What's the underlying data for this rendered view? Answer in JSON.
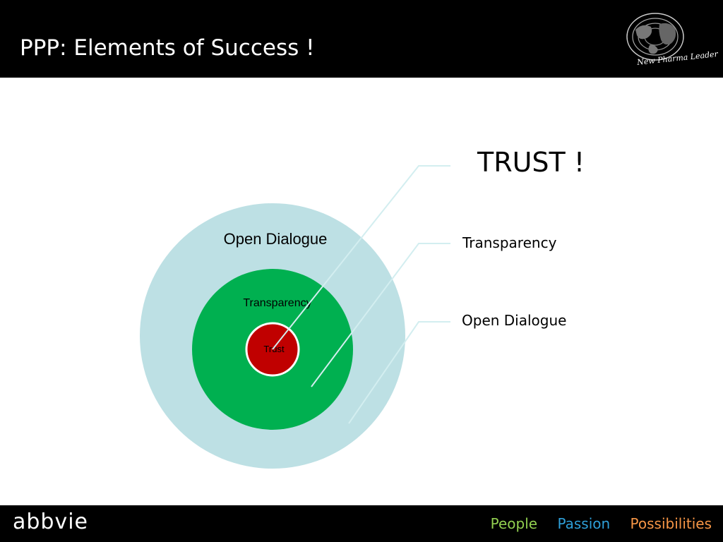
{
  "header": {
    "title": "PPP: Elements of Success !",
    "logo_text": "New Pharma Leader"
  },
  "diagram": {
    "rings": [
      {
        "label": "Open Dialogue",
        "color": "#bde0e4"
      },
      {
        "label": "Transparency",
        "color": "#00b050"
      },
      {
        "label": "Trust",
        "color": "#c00000"
      }
    ],
    "callouts": {
      "trust": "TRUST !",
      "transparency": "Transparency",
      "open_dialogue": "Open Dialogue"
    },
    "leader_line_color": "#d3eef0"
  },
  "footer": {
    "brand": "abbvie",
    "tagline": [
      {
        "text": "People",
        "color": "#92d050"
      },
      {
        "text": "Passion",
        "color": "#2e9fd8"
      },
      {
        "text": "Possibilities",
        "color": "#f79646"
      }
    ]
  }
}
